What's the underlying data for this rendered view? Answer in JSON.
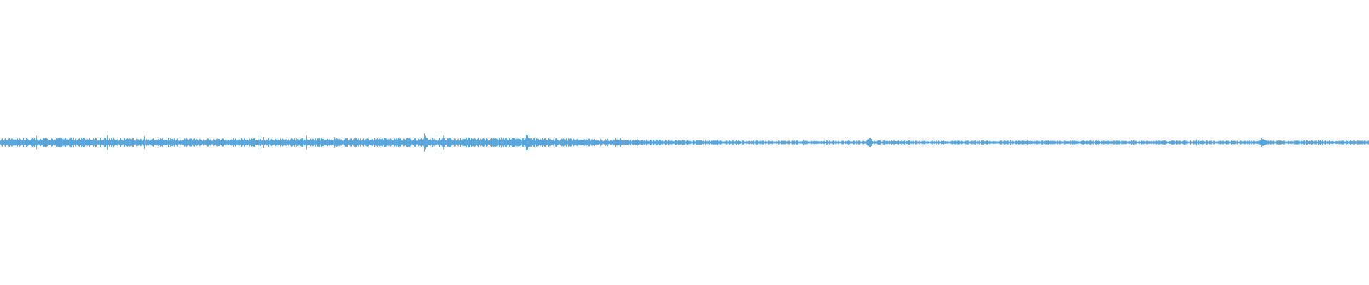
{
  "waveform": {
    "color": "#5aa5dc",
    "background": "#ffffff",
    "amplitude_profile": [
      {
        "at": 0.0,
        "amp": 0.028
      },
      {
        "at": 0.05,
        "amp": 0.03
      },
      {
        "at": 0.1,
        "amp": 0.027
      },
      {
        "at": 0.15,
        "amp": 0.026
      },
      {
        "at": 0.2,
        "amp": 0.027
      },
      {
        "at": 0.25,
        "amp": 0.028
      },
      {
        "at": 0.3,
        "amp": 0.029
      },
      {
        "at": 0.35,
        "amp": 0.03
      },
      {
        "at": 0.4,
        "amp": 0.027
      },
      {
        "at": 0.45,
        "amp": 0.02
      },
      {
        "at": 0.5,
        "amp": 0.016
      },
      {
        "at": 0.55,
        "amp": 0.013
      },
      {
        "at": 0.6,
        "amp": 0.012
      },
      {
        "at": 0.65,
        "amp": 0.013
      },
      {
        "at": 0.7,
        "amp": 0.012
      },
      {
        "at": 0.75,
        "amp": 0.013
      },
      {
        "at": 0.8,
        "amp": 0.012
      },
      {
        "at": 0.85,
        "amp": 0.013
      },
      {
        "at": 0.9,
        "amp": 0.012
      },
      {
        "at": 0.95,
        "amp": 0.013
      },
      {
        "at": 1.0,
        "amp": 0.012
      }
    ],
    "peaks": [
      {
        "at": 0.31,
        "amp": 0.05
      },
      {
        "at": 0.385,
        "amp": 0.06
      },
      {
        "at": 0.635,
        "amp": 0.045
      },
      {
        "at": 0.922,
        "amp": 0.05
      }
    ]
  }
}
